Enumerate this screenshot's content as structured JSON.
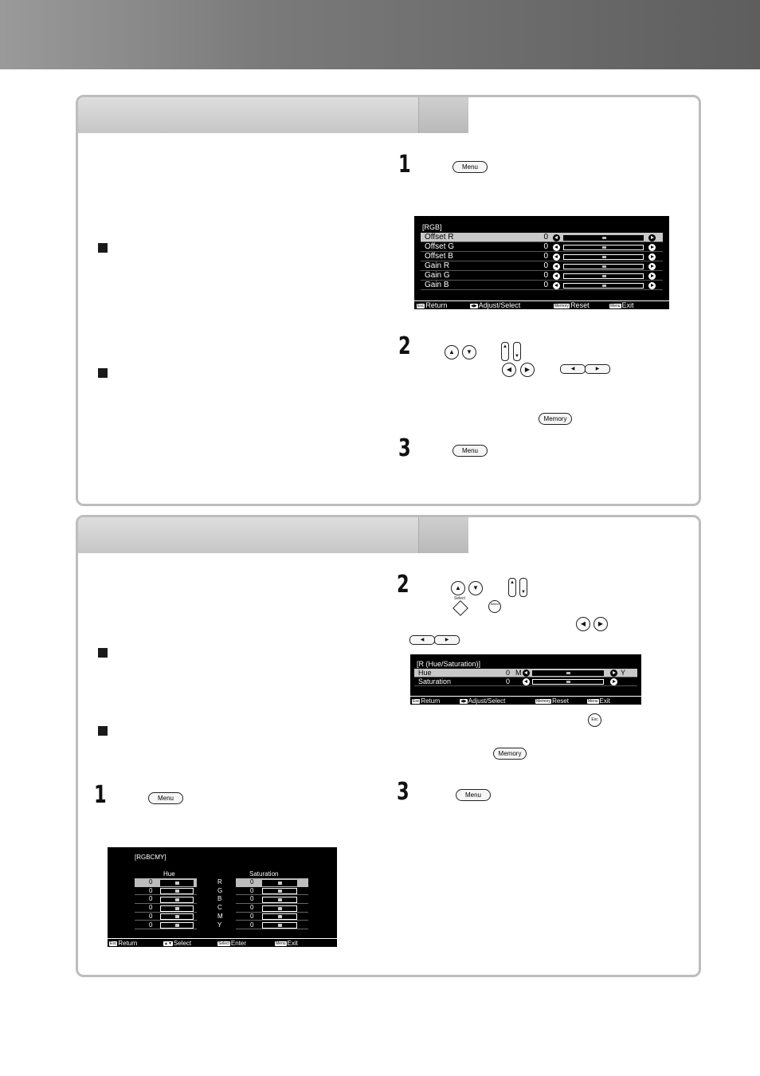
{
  "panel1": {
    "step1": {
      "number": "1",
      "button": "Menu"
    },
    "rgb_screen": {
      "title": "[RGB]",
      "rows": [
        {
          "label": "Offset R",
          "value": "0",
          "selected": true
        },
        {
          "label": "Offset G",
          "value": "0",
          "selected": false
        },
        {
          "label": "Offset B",
          "value": "0",
          "selected": false
        },
        {
          "label": "Gain R",
          "value": "0",
          "selected": false
        },
        {
          "label": "Gain G",
          "value": "0",
          "selected": false
        },
        {
          "label": "Gain B",
          "value": "0",
          "selected": false
        }
      ],
      "footer": [
        {
          "key": "Esc",
          "text": "Return"
        },
        {
          "key": "◀▶",
          "text": "Adjust/Select"
        },
        {
          "key": "Memory",
          "text": "Reset"
        },
        {
          "key": "Menu",
          "text": "Exit"
        }
      ]
    },
    "step2": {
      "number": "2",
      "memory_button": "Memory"
    },
    "step3": {
      "number": "3",
      "button": "Menu"
    }
  },
  "panel2": {
    "step2": {
      "number": "2",
      "select_label": "Select",
      "enter_button_label": "Select",
      "esc_button": "Esc",
      "memory_button": "Memory"
    },
    "hue_screen": {
      "title": "[R (Hue/Saturation)]",
      "rows": [
        {
          "label": "Hue",
          "value": "0",
          "left": "M",
          "right": "Y",
          "selected": true
        },
        {
          "label": "Saturation",
          "value": "0",
          "left": "",
          "right": "",
          "selected": false
        }
      ],
      "footer": [
        {
          "key": "Esc",
          "text": "Return"
        },
        {
          "key": "◀▶",
          "text": "Adjust/Select"
        },
        {
          "key": "Memory",
          "text": "Reset"
        },
        {
          "key": "Menu",
          "text": "Exit"
        }
      ]
    },
    "step3": {
      "number": "3",
      "button": "Menu"
    },
    "step1": {
      "number": "1",
      "button": "Menu"
    },
    "rgbcmy_screen": {
      "title": "[RGBCMY]",
      "hue_header": "Hue",
      "saturation_header": "Saturation",
      "rows": [
        {
          "color": "R",
          "hue": "0",
          "saturation": "0"
        },
        {
          "color": "G",
          "hue": "0",
          "saturation": "0"
        },
        {
          "color": "B",
          "hue": "0",
          "saturation": "0"
        },
        {
          "color": "C",
          "hue": "0",
          "saturation": "0"
        },
        {
          "color": "M",
          "hue": "0",
          "saturation": "0"
        },
        {
          "color": "Y",
          "hue": "0",
          "saturation": "0"
        }
      ],
      "footer": [
        {
          "key": "Esc",
          "text": "Return"
        },
        {
          "key": "▲▼",
          "text": "Select"
        },
        {
          "key": "Select",
          "text": "Enter"
        },
        {
          "key": "Menu",
          "text": "Exit"
        }
      ]
    }
  }
}
